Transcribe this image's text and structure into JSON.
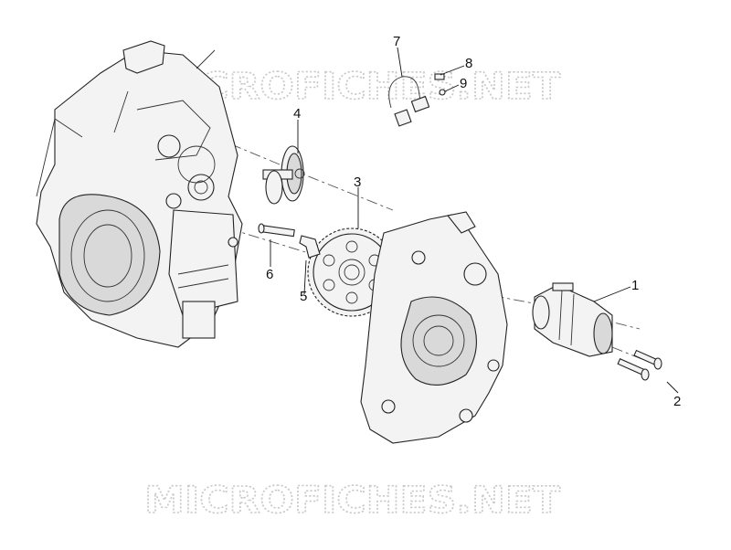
{
  "watermark_top": "MICROFICHES.NET",
  "watermark_bottom": "MICROFICHES.NET",
  "callouts": [
    "1",
    "2",
    "3",
    "4",
    "5",
    "6",
    "7",
    "8",
    "9"
  ]
}
